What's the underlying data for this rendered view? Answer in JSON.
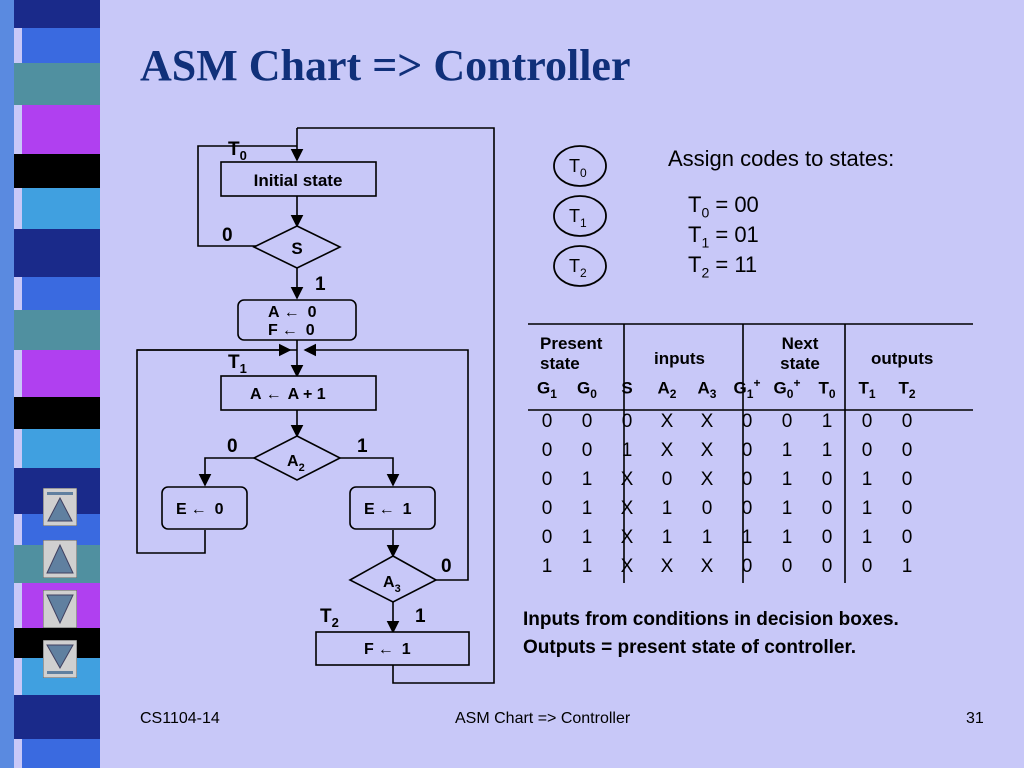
{
  "slide": {
    "title": "ASM Chart => Controller",
    "footer_left": "CS1104-14",
    "footer_center": "ASM Chart => Controller",
    "footer_right": "31"
  },
  "flowchart": {
    "t0_label": "T",
    "t0_sub": "0",
    "initial_box": "Initial state",
    "decision_s": "S",
    "s_zero": "0",
    "s_one": "1",
    "box_a0_line1": "A",
    "box_a0_line1_val": "0",
    "box_a0_line2": "F",
    "box_a0_line2_val": "0",
    "t1_label": "T",
    "t1_sub": "1",
    "box_inc": "A",
    "box_inc_val": "A + 1",
    "decision_a2": "A",
    "decision_a2_sub": "2",
    "a2_zero": "0",
    "a2_one": "1",
    "box_e0": "E",
    "box_e0_val": "0",
    "box_e1": "E",
    "box_e1_val": "1",
    "decision_a3": "A",
    "decision_a3_sub": "3",
    "a3_zero": "0",
    "a3_one": "1",
    "t2_label": "T",
    "t2_sub": "2",
    "box_f1": "F",
    "box_f1_val": "1",
    "arrow_glyph": "←"
  },
  "states": [
    {
      "name": "T",
      "sub": "0"
    },
    {
      "name": "T",
      "sub": "1"
    },
    {
      "name": "T",
      "sub": "2"
    }
  ],
  "assign": {
    "title": "Assign codes to states:",
    "codes": [
      {
        "name": "T",
        "sub": "0",
        "value": " = 00"
      },
      {
        "name": "T",
        "sub": "1",
        "value": " = 01"
      },
      {
        "name": "T",
        "sub": "2",
        "value": " = 11"
      }
    ]
  },
  "table": {
    "group_headers": {
      "present": "Present state",
      "inputs": "inputs",
      "next": "Next state",
      "outputs": "outputs"
    },
    "columns": [
      {
        "name": "G",
        "sub": "1",
        "sup": ""
      },
      {
        "name": "G",
        "sub": "0",
        "sup": ""
      },
      {
        "name": "S",
        "sub": "",
        "sup": ""
      },
      {
        "name": "A",
        "sub": "2",
        "sup": ""
      },
      {
        "name": "A",
        "sub": "3",
        "sup": ""
      },
      {
        "name": "G",
        "sub": "1",
        "sup": "+"
      },
      {
        "name": "G",
        "sub": "0",
        "sup": "+"
      },
      {
        "name": "T",
        "sub": "0",
        "sup": ""
      },
      {
        "name": "T",
        "sub": "1",
        "sup": ""
      },
      {
        "name": "T",
        "sub": "2",
        "sup": ""
      }
    ],
    "rows": [
      [
        "0",
        "0",
        "0",
        "X",
        "X",
        "0",
        "0",
        "1",
        "0",
        "0"
      ],
      [
        "0",
        "0",
        "1",
        "X",
        "X",
        "0",
        "1",
        "1",
        "0",
        "0"
      ],
      [
        "0",
        "1",
        "X",
        "0",
        "X",
        "0",
        "1",
        "0",
        "1",
        "0"
      ],
      [
        "0",
        "1",
        "X",
        "1",
        "0",
        "0",
        "1",
        "0",
        "1",
        "0"
      ],
      [
        "0",
        "1",
        "X",
        "1",
        "1",
        "1",
        "1",
        "0",
        "1",
        "0"
      ],
      [
        "1",
        "1",
        "X",
        "X",
        "X",
        "0",
        "0",
        "0",
        "0",
        "1"
      ]
    ]
  },
  "notes": {
    "line1": "Inputs from conditions in decision boxes.",
    "line2": "Outputs = present state of controller."
  },
  "stripe_colors": [
    "#1a2a8a",
    "#3a6ae0",
    "#5090a0",
    "#b040f0",
    "#000000",
    "#40a0e0"
  ]
}
